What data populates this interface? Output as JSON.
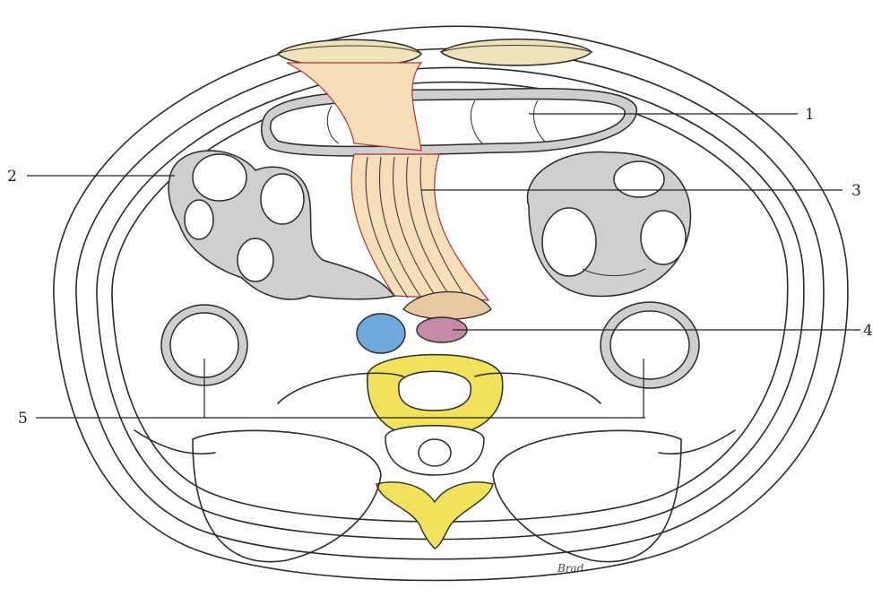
{
  "figure": {
    "labels": {
      "l1": "1",
      "l2": "2",
      "l3": "3",
      "l4": "4",
      "l5": "5"
    },
    "signature": "Brad"
  },
  "colors": {
    "vein": "#6fa8dc",
    "artery": "#c58aa8",
    "vertebra": "#f2e15a",
    "mesentery": "#f5deb8",
    "muscle": "#f1e3b9",
    "outline": "#2a2a2a",
    "bowel_wall": "#cfcfcf"
  }
}
